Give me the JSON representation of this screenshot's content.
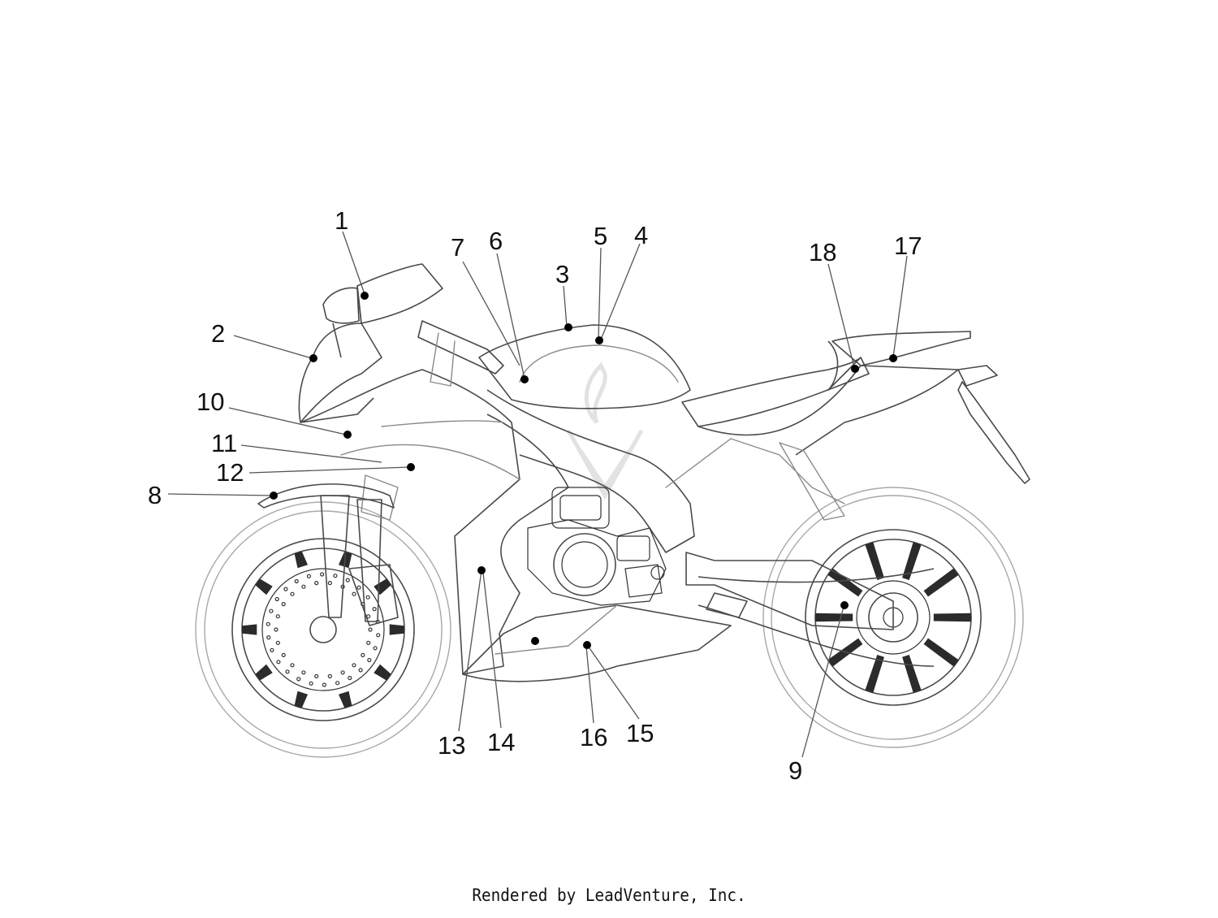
{
  "callouts": [
    {
      "label": "1"
    },
    {
      "label": "2"
    },
    {
      "label": "3"
    },
    {
      "label": "4"
    },
    {
      "label": "5"
    },
    {
      "label": "6"
    },
    {
      "label": "7"
    },
    {
      "label": "8"
    },
    {
      "label": "9"
    },
    {
      "label": "10"
    },
    {
      "label": "11"
    },
    {
      "label": "12"
    },
    {
      "label": "13"
    },
    {
      "label": "14"
    },
    {
      "label": "15"
    },
    {
      "label": "16"
    },
    {
      "label": "17"
    },
    {
      "label": "18"
    }
  ],
  "footer": {
    "text": "Rendered by LeadVenture, Inc."
  },
  "colors": {
    "line": "#8a8a8a",
    "dark_line": "#4a4a4a",
    "text": "#111111",
    "watermark": "#e2e2e2"
  }
}
